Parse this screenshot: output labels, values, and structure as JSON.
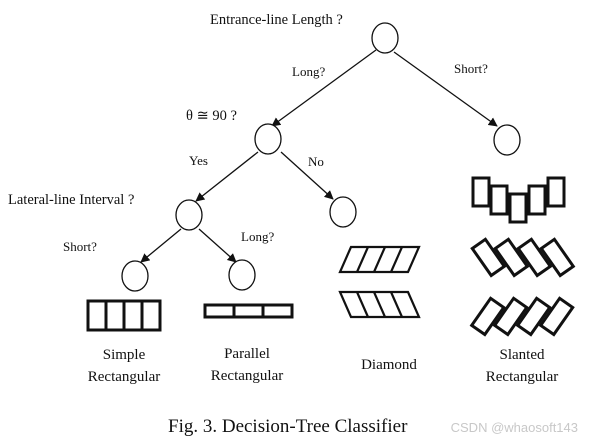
{
  "questions": {
    "entrance_length": "Entrance-line Length ?",
    "theta": "θ ≅ 90 ?",
    "lateral_interval": "Lateral-line Interval ?"
  },
  "edges": {
    "long_top": "Long?",
    "short_top": "Short?",
    "yes": "Yes",
    "no": "No",
    "short_lateral": "Short?",
    "long_lateral": "Long?"
  },
  "categories": {
    "simple_line1": "Simple",
    "simple_line2": "Rectangular",
    "parallel_line1": "Parallel",
    "parallel_line2": "Rectangular",
    "diamond": "Diamond",
    "slanted_line1": "Slanted",
    "slanted_line2": "Rectangular"
  },
  "caption": "Fig. 3. Decision-Tree Classifier",
  "watermark": "CSDN @whaosoft143"
}
